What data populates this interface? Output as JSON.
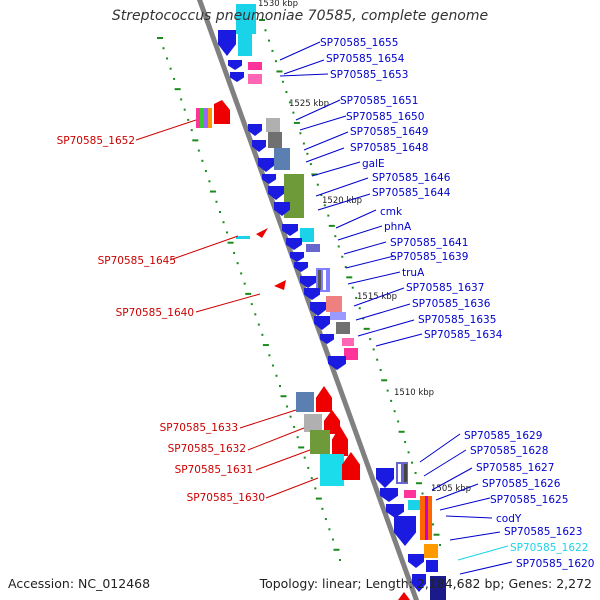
{
  "title": "Streptococcus pneumoniae 70585, complete genome",
  "accession_label": "Accession: NC_012468",
  "summary_label": "Topology: linear; Length: 2,184,682 bp; Genes: 2,272",
  "colors": {
    "label_right": "#0000cc",
    "label_left": "#cc0000",
    "label_highlight": "#1ad3e8",
    "backbone": "#808080",
    "tick": "#1a8a1a"
  },
  "ruler": [
    "1530 kbp",
    "1525 kbp",
    "1520 kbp",
    "1515 kbp",
    "1510 kbp",
    "1505 kbp"
  ],
  "genes_right": [
    "SP70585_1655",
    "SP70585_1654",
    "SP70585_1653",
    "SP70585_1651",
    "SP70585_1650",
    "SP70585_1649",
    "SP70585_1648",
    "galE",
    "SP70585_1646",
    "SP70585_1644",
    "cmk",
    "phnA",
    "SP70585_1641",
    "SP70585_1639",
    "truA",
    "SP70585_1637",
    "SP70585_1636",
    "SP70585_1635",
    "SP70585_1634",
    "SP70585_1629",
    "SP70585_1628",
    "SP70585_1627",
    "SP70585_1626",
    "SP70585_1625",
    "codY",
    "SP70585_1623",
    "SP70585_1622",
    "SP70585_1620"
  ],
  "genes_left": [
    "SP70585_1652",
    "SP70585_1645",
    "SP70585_1640",
    "SP70585_1633",
    "SP70585_1632",
    "SP70585_1631",
    "SP70585_1630"
  ],
  "highlighted_gene": "SP70585_1622"
}
